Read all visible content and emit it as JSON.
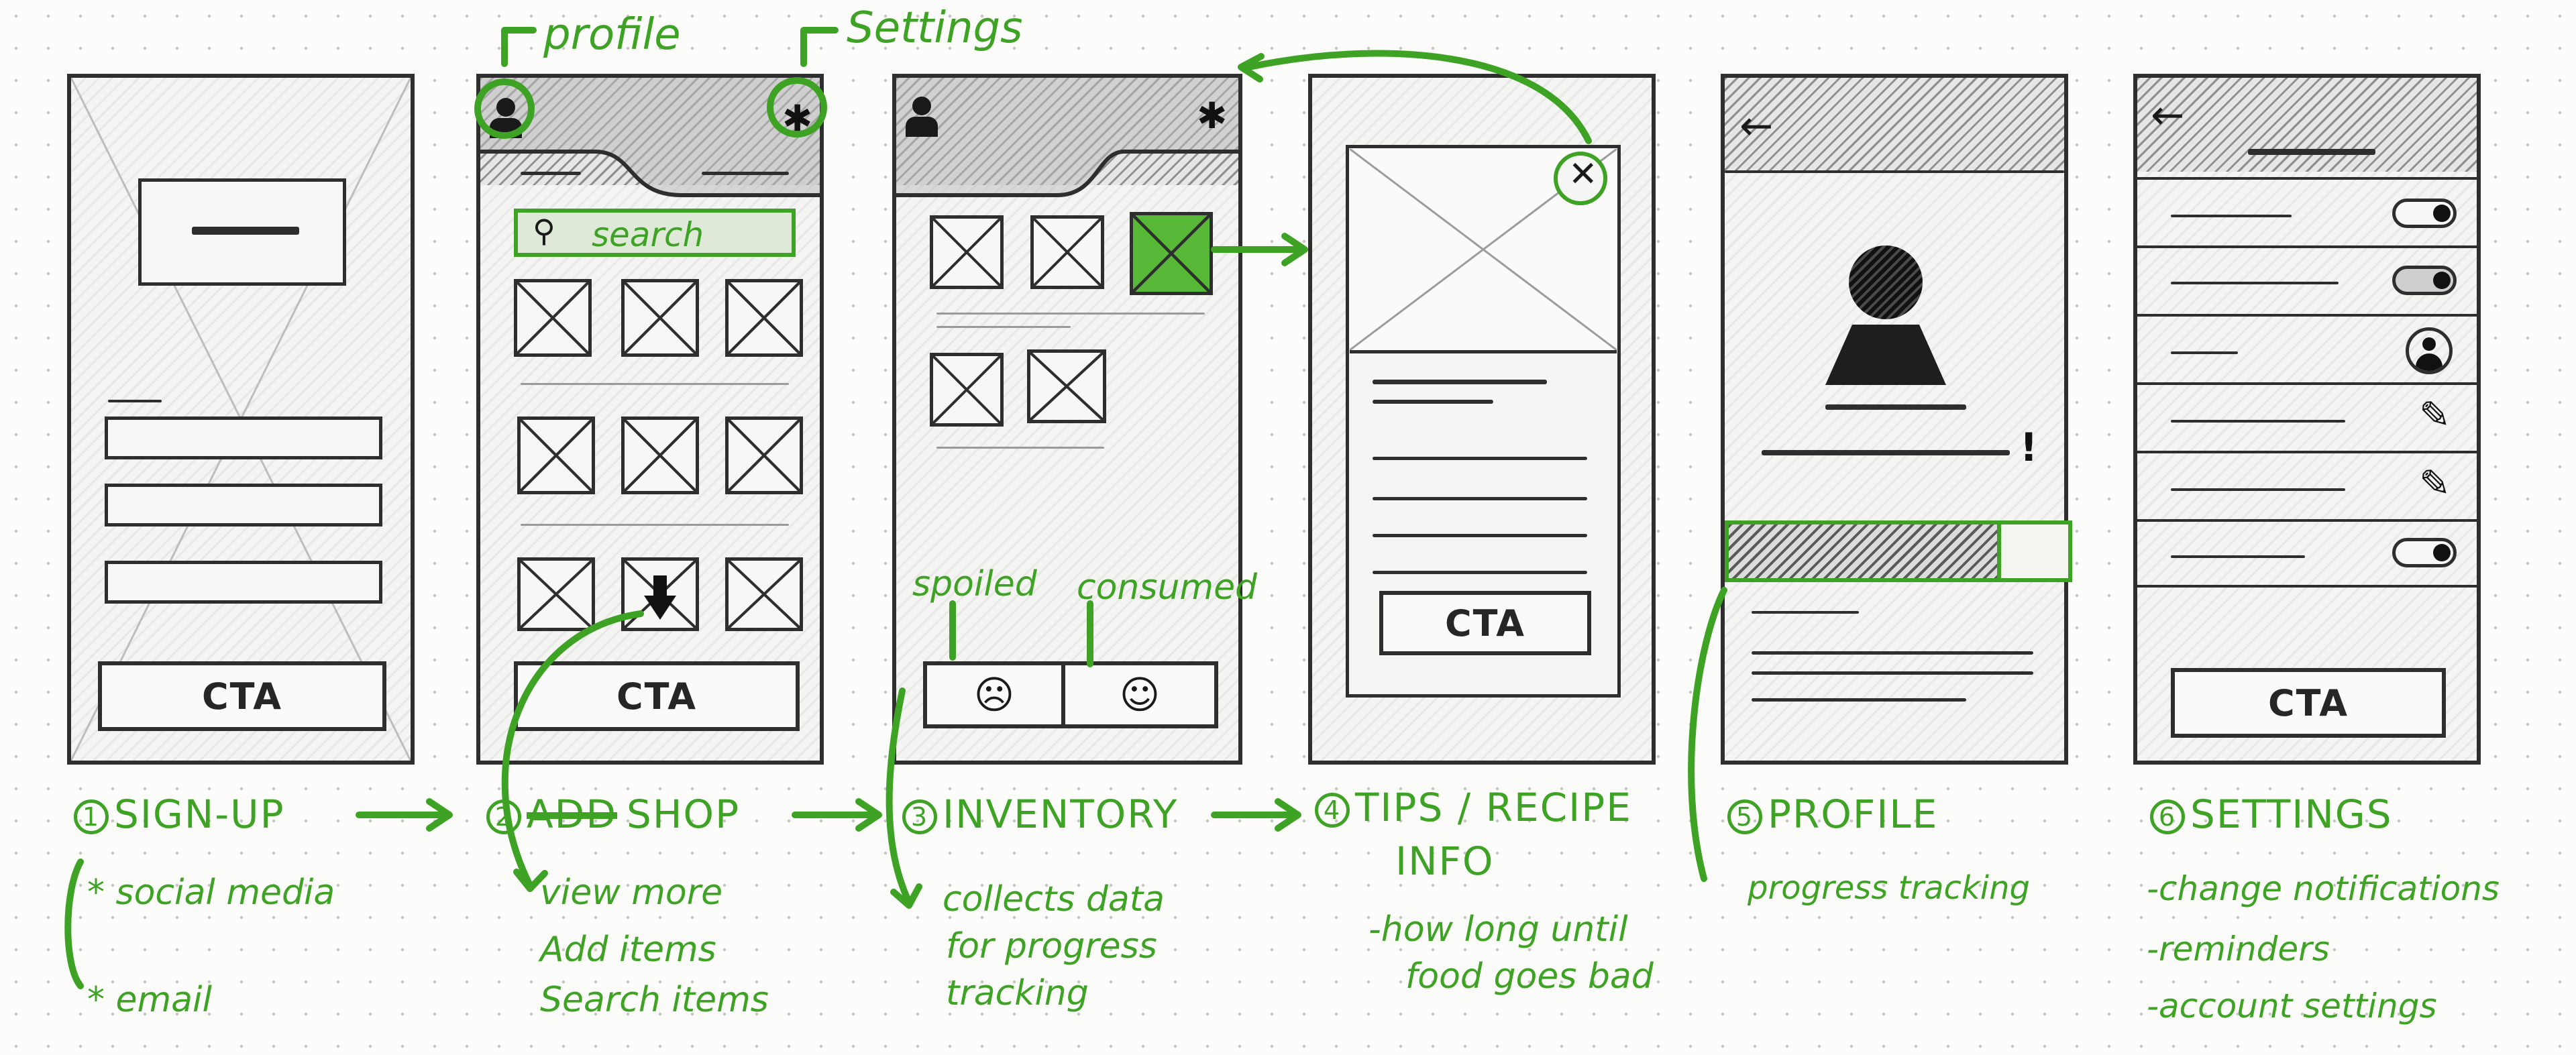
{
  "callouts": {
    "profile": "profile",
    "settings": "Settings",
    "spoiled": "spoiled",
    "consumed": "consumed"
  },
  "screens": [
    {
      "number": "1",
      "title": "SIGN-UP",
      "cta": "CTA",
      "notes": [
        "* social media",
        "* email"
      ]
    },
    {
      "number": "2",
      "title": "SHOP",
      "struck": "ADD",
      "cta": "CTA",
      "search": "search",
      "notes": [
        "view more",
        "Add items",
        "Search items"
      ]
    },
    {
      "number": "3",
      "title": "INVENTORY",
      "notes": [
        "collects data",
        "for progress",
        "tracking"
      ]
    },
    {
      "number": "4",
      "title": "TIPS / RECIPE",
      "title2": "INFO",
      "cta": "CTA",
      "notes": [
        "-how long until",
        "food goes bad"
      ]
    },
    {
      "number": "5",
      "title": "PROFILE",
      "notes": [
        "progress tracking"
      ]
    },
    {
      "number": "6",
      "title": "SETTINGS",
      "cta": "CTA",
      "notes": [
        "-change notifications",
        "-reminders",
        "-account settings"
      ]
    }
  ],
  "colors": {
    "ink": "#2e2e2e",
    "marker_green": "#3ea324",
    "highlight_green": "#58b838"
  }
}
